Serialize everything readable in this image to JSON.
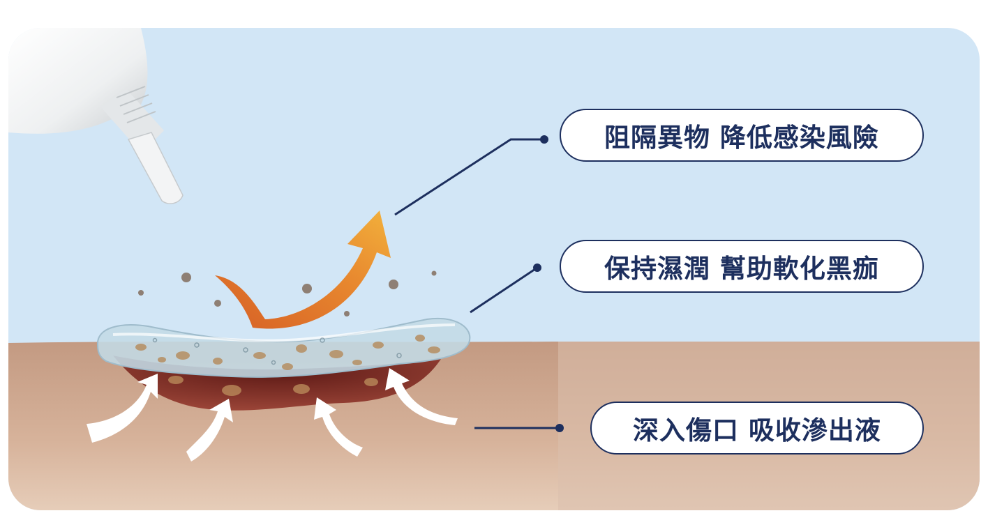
{
  "callouts": [
    {
      "id": "barrier",
      "text": "阻隔異物 降低感染風險"
    },
    {
      "id": "moist",
      "text": "保持濕潤 幫助軟化黑痂"
    },
    {
      "id": "absorb",
      "text": "深入傷口 吸收滲出液"
    }
  ],
  "colors": {
    "sky": "#d2e6f6",
    "skin": "#c99f87",
    "wound": "#7a2a22",
    "gel": "#c3dbe6",
    "arrow_orange": "#e0782a",
    "arrow_yellow": "#f0a83a",
    "navy": "#1d2f5e",
    "white_arrows": "#ffffff"
  },
  "icons": [
    "tube-nozzle-icon",
    "gel-patch-icon",
    "particle-icon",
    "curved-arrow-icon"
  ]
}
